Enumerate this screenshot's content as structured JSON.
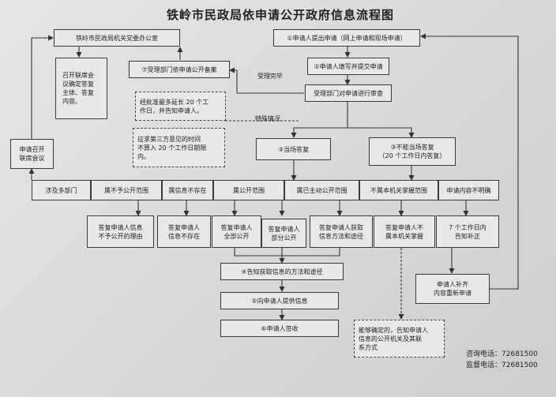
{
  "title": "铁岭市民政局依申请公开政府信息流程图",
  "nodes": {
    "office": "铁岭市民政局机关党委办公室",
    "meeting": "召开联席会\n议确定答复\n主体、答复\n内容。",
    "apply_meeting": "申请召开\n联席会议",
    "record": "⑦受理部门依申请公开备案",
    "step1": "①申请人提出申请（网上申请和现场申请）",
    "step2": "②申请人填写并提交申请",
    "review": "受理部门对申请进行审查",
    "extend": "经批准最多延长 20 个工\n作日，并告知申请人。",
    "third_party": "征求第三方意见的时间\n不算入 20 个工作日期限\n内。",
    "onsite": "③当场答复",
    "not_onsite": "③不能当场答复\n（20 个工作日内答复）",
    "cat_multi": "涉及多部门",
    "cat_secret": "属不予公开范围",
    "cat_none": "属信息不存在",
    "cat_public": "属公开范围",
    "cat_published": "属已主动公开范围",
    "cat_notheld": "不属本机关掌握范围",
    "cat_unclear": "申请内容不明确",
    "ans_secret": "答复申请人信息\n不予公开的理由",
    "ans_none": "答复申请人\n信息不存在",
    "ans_full": "答复申请人\n全部公开",
    "ans_partial": "答复申请人\n部分公开",
    "ans_method": "答复申请人获取\n信息方法和途径",
    "ans_notheld": "答复申请人不\n属本机关掌握",
    "ans_supplement": "7 个工作日内\n告知补正",
    "step4": "④告知获取信息的方法和途径",
    "step5": "⑤向申请人提供信息",
    "step6": "⑥申请人签收",
    "resubmit": "申请人补齐\n内容重新申请",
    "note": "能够确定的，告知申请人\n信息的公开机关及其联\n系方式"
  },
  "labels": {
    "done": "受理完毕",
    "special": "特殊情况"
  },
  "contact": {
    "phone_label": "咨询电话：",
    "phone": "72681500",
    "supervise_label": "监督电话：",
    "supervise": "72681500"
  }
}
